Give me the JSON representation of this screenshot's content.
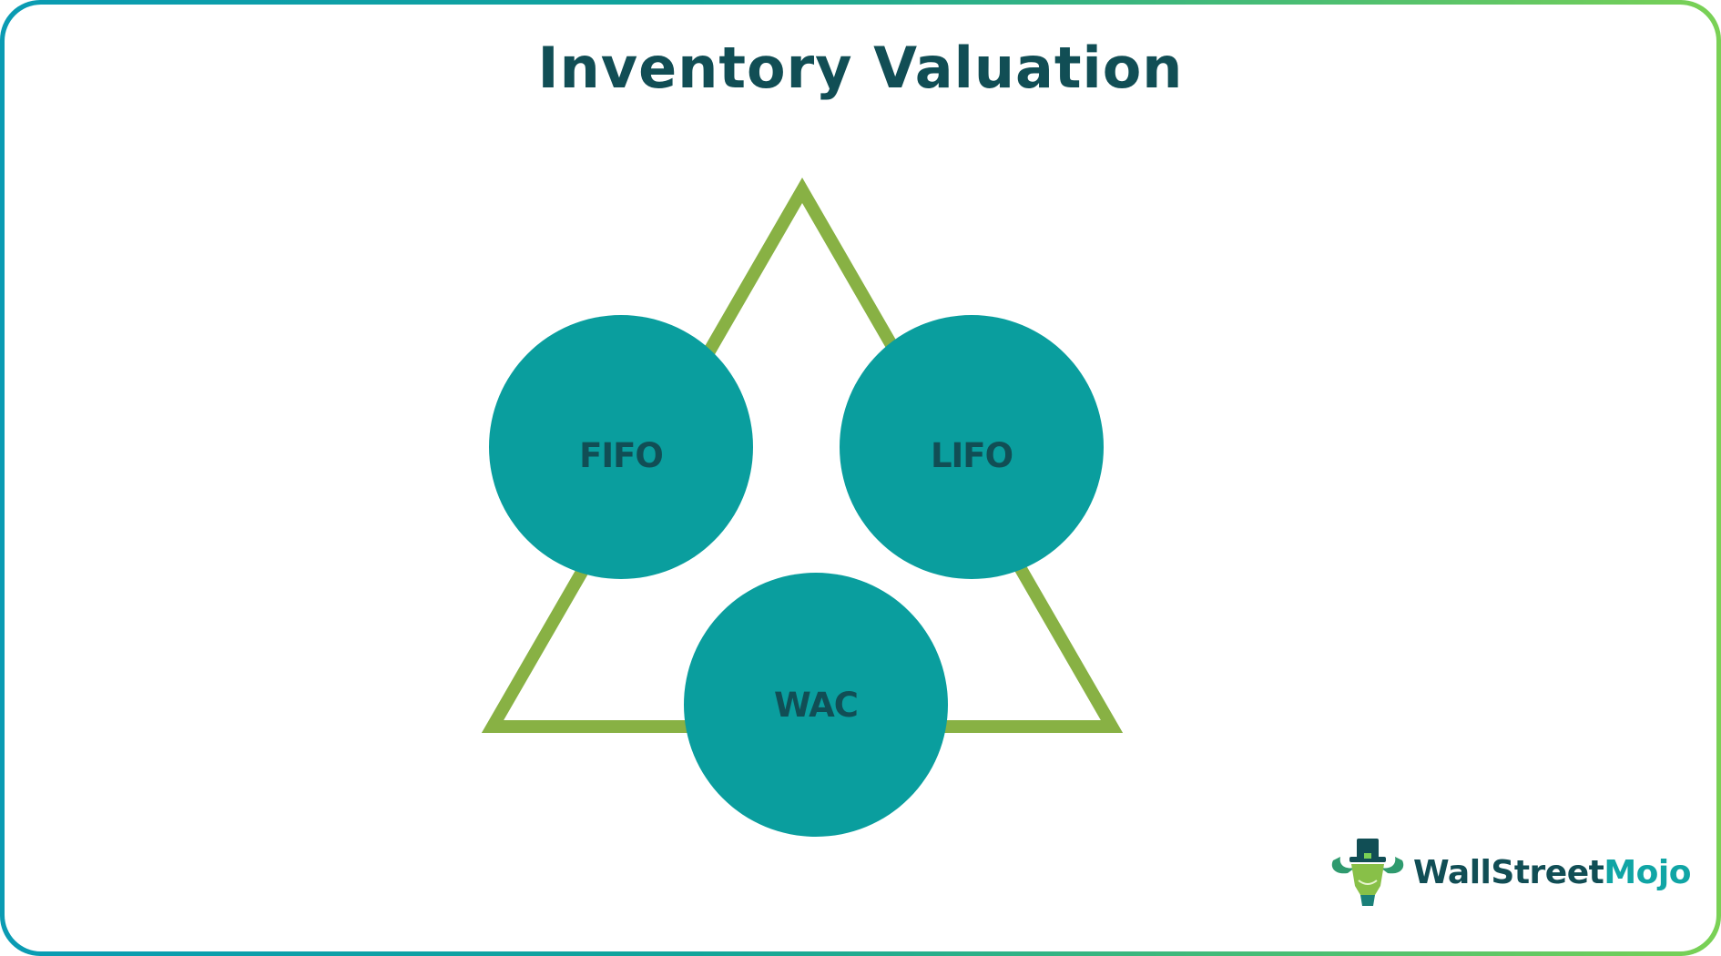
{
  "title": "Inventory Valuation",
  "diagram": {
    "shape": "triangle",
    "nodes": [
      {
        "label": "FIFO",
        "position": "top-left"
      },
      {
        "label": "LIFO",
        "position": "top-right"
      },
      {
        "label": "WAC",
        "position": "bottom-center"
      }
    ]
  },
  "colors": {
    "circle_fill": "#0A9E9E",
    "label_text": "#114E55",
    "triangle_stroke": "#88B144",
    "border_gradient_start": "#0A9BB3",
    "border_gradient_end": "#7AD155"
  },
  "logo": {
    "part1": "WallStreet",
    "part2": "Mojo"
  }
}
